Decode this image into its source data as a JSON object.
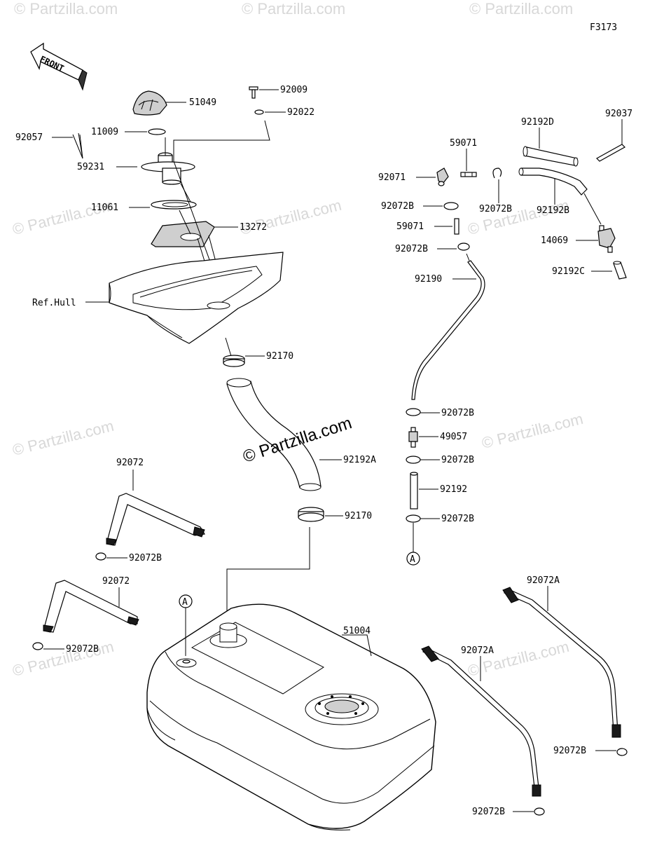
{
  "diagram_id": "F3173",
  "front_label": "FRONT",
  "reference_label": "Ref.Hull",
  "connector_label": "A",
  "watermark_main": "© Partzilla.com",
  "watermark_faint": "© Partzilla.com",
  "parts": {
    "p51049": "51049",
    "p92009": "92009",
    "p92022": "92022",
    "p11009": "11009",
    "p92057": "92057",
    "p59231": "59231",
    "p11061": "11061",
    "p13272": "13272",
    "p92170a": "92170",
    "p92192A": "92192A",
    "p92170b": "92170",
    "p92072a": "92072",
    "p92072Ba": "92072B",
    "p92072b": "92072",
    "p92072Bb": "92072B",
    "p51004": "51004",
    "p92192D": "92192D",
    "p92037": "92037",
    "p59071a": "59071",
    "p92071": "92071",
    "p92072Bc": "92072B",
    "p92072Bd": "92072B",
    "p92192B": "92192B",
    "p59071b": "59071",
    "p14069": "14069",
    "p92072Be": "92072B",
    "p92192C": "92192C",
    "p92190": "92190",
    "p92072Bf": "92072B",
    "p49057": "49057",
    "p92072Bg": "92072B",
    "p92192": "92192",
    "p92072Bh": "92072B",
    "p92072Aa": "92072A",
    "p92072Ab": "92072A",
    "p92072Bi": "92072B",
    "p92072Bj": "92072B"
  }
}
